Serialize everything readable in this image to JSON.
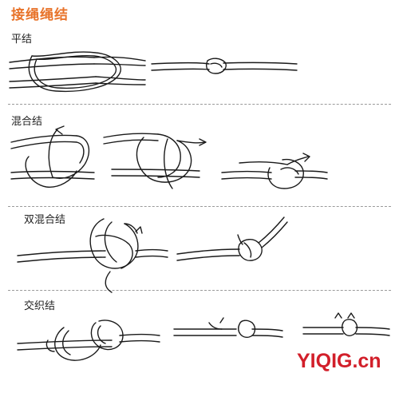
{
  "header": {
    "title": "接绳绳结"
  },
  "sections": [
    {
      "label": "平结"
    },
    {
      "label": "混合结"
    },
    {
      "label": "双混合结"
    },
    {
      "label": "交织结"
    }
  ],
  "watermark": {
    "text": "YIQIG.cn"
  },
  "colors": {
    "title": "#e8732a",
    "watermark": "#d21f2a",
    "ink": "#1a1a1a",
    "divider": "#9a9a9a"
  }
}
